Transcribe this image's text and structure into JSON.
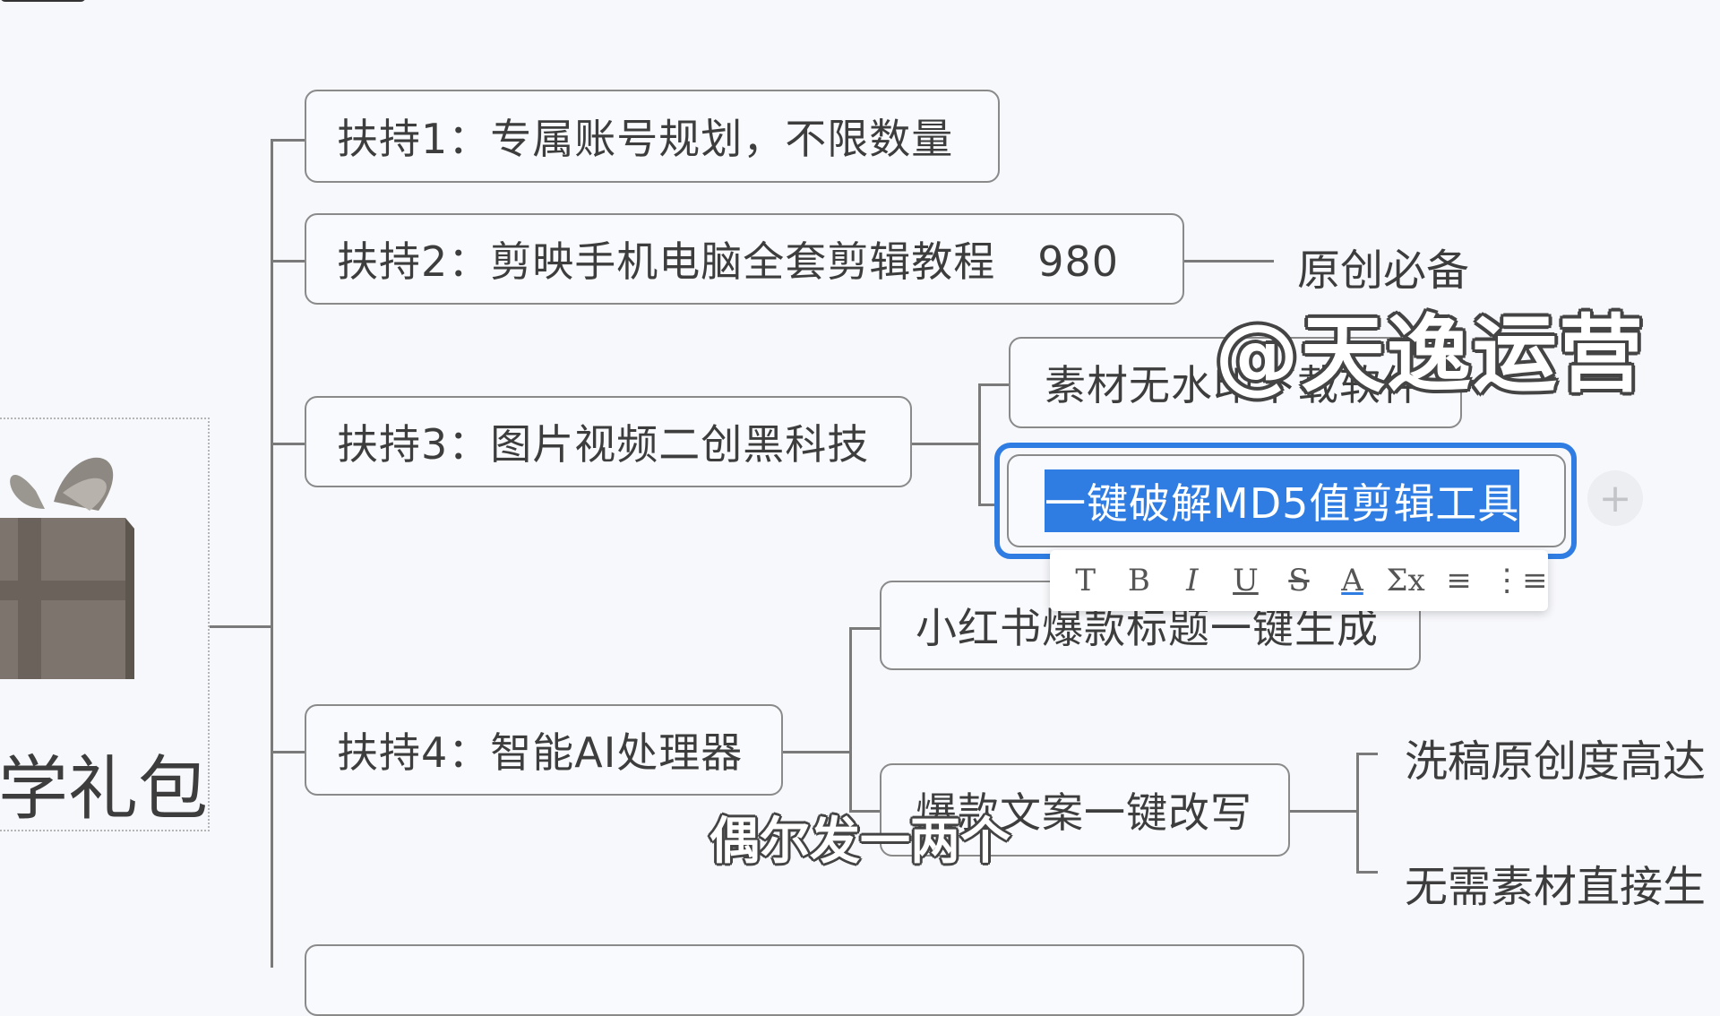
{
  "root": {
    "label": "学礼包",
    "icon": "gift-icon"
  },
  "nodes": {
    "support1": "扶持1：专属账号规划，不限数量",
    "support2": "扶持2：剪映手机电脑全套剪辑教程　980",
    "support2_note": "原创必备",
    "support3": "扶持3：图片视频二创黑科技",
    "support3_child1": "素材无水印下载软件",
    "support3_child2": "一键破解MD5值剪辑工具",
    "support4": "扶持4：智能AI处理器",
    "support4_child1": "小红书爆款标题一键生成",
    "support4_child2": "爆款文案一键改写",
    "support4_child2_a": "洗稿原创度高达",
    "support4_child2_b": "无需素材直接生"
  },
  "toolbar": {
    "buttons": [
      "T",
      "B",
      "I",
      "U",
      "S",
      "A",
      "Σx",
      "≡",
      "⋮≡"
    ]
  },
  "add_child_symbol": "+",
  "overlays": {
    "watermark": "@天逸运营",
    "subtitle": "偶尔发一两个"
  },
  "colors": {
    "selection": "#2f7de3",
    "line": "#7a7a7a",
    "node_border": "#8a8a8a"
  }
}
